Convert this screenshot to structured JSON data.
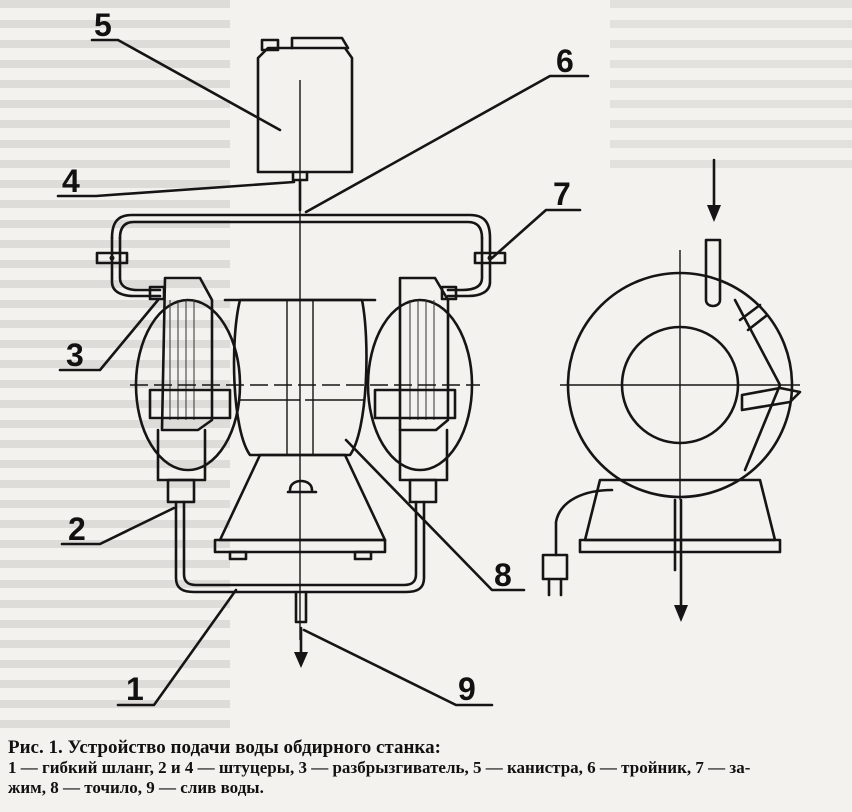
{
  "callouts": [
    {
      "id": "1",
      "label": "1"
    },
    {
      "id": "2",
      "label": "2"
    },
    {
      "id": "3",
      "label": "3"
    },
    {
      "id": "4",
      "label": "4"
    },
    {
      "id": "5",
      "label": "5"
    },
    {
      "id": "6",
      "label": "6"
    },
    {
      "id": "7",
      "label": "7"
    },
    {
      "id": "8",
      "label": "8"
    },
    {
      "id": "9",
      "label": "9"
    }
  ],
  "caption": {
    "title": "Рис. 1. Устройство подачи воды обдирного станка:",
    "body_line1": "1 — гибкий шланг, 2 и 4 — штуцеры, 3 — разбрызгиватель, 5 — канистра, 6 — тройник, 7 — за-",
    "body_line2": "жим, 8 — точило, 9 — слив воды."
  }
}
